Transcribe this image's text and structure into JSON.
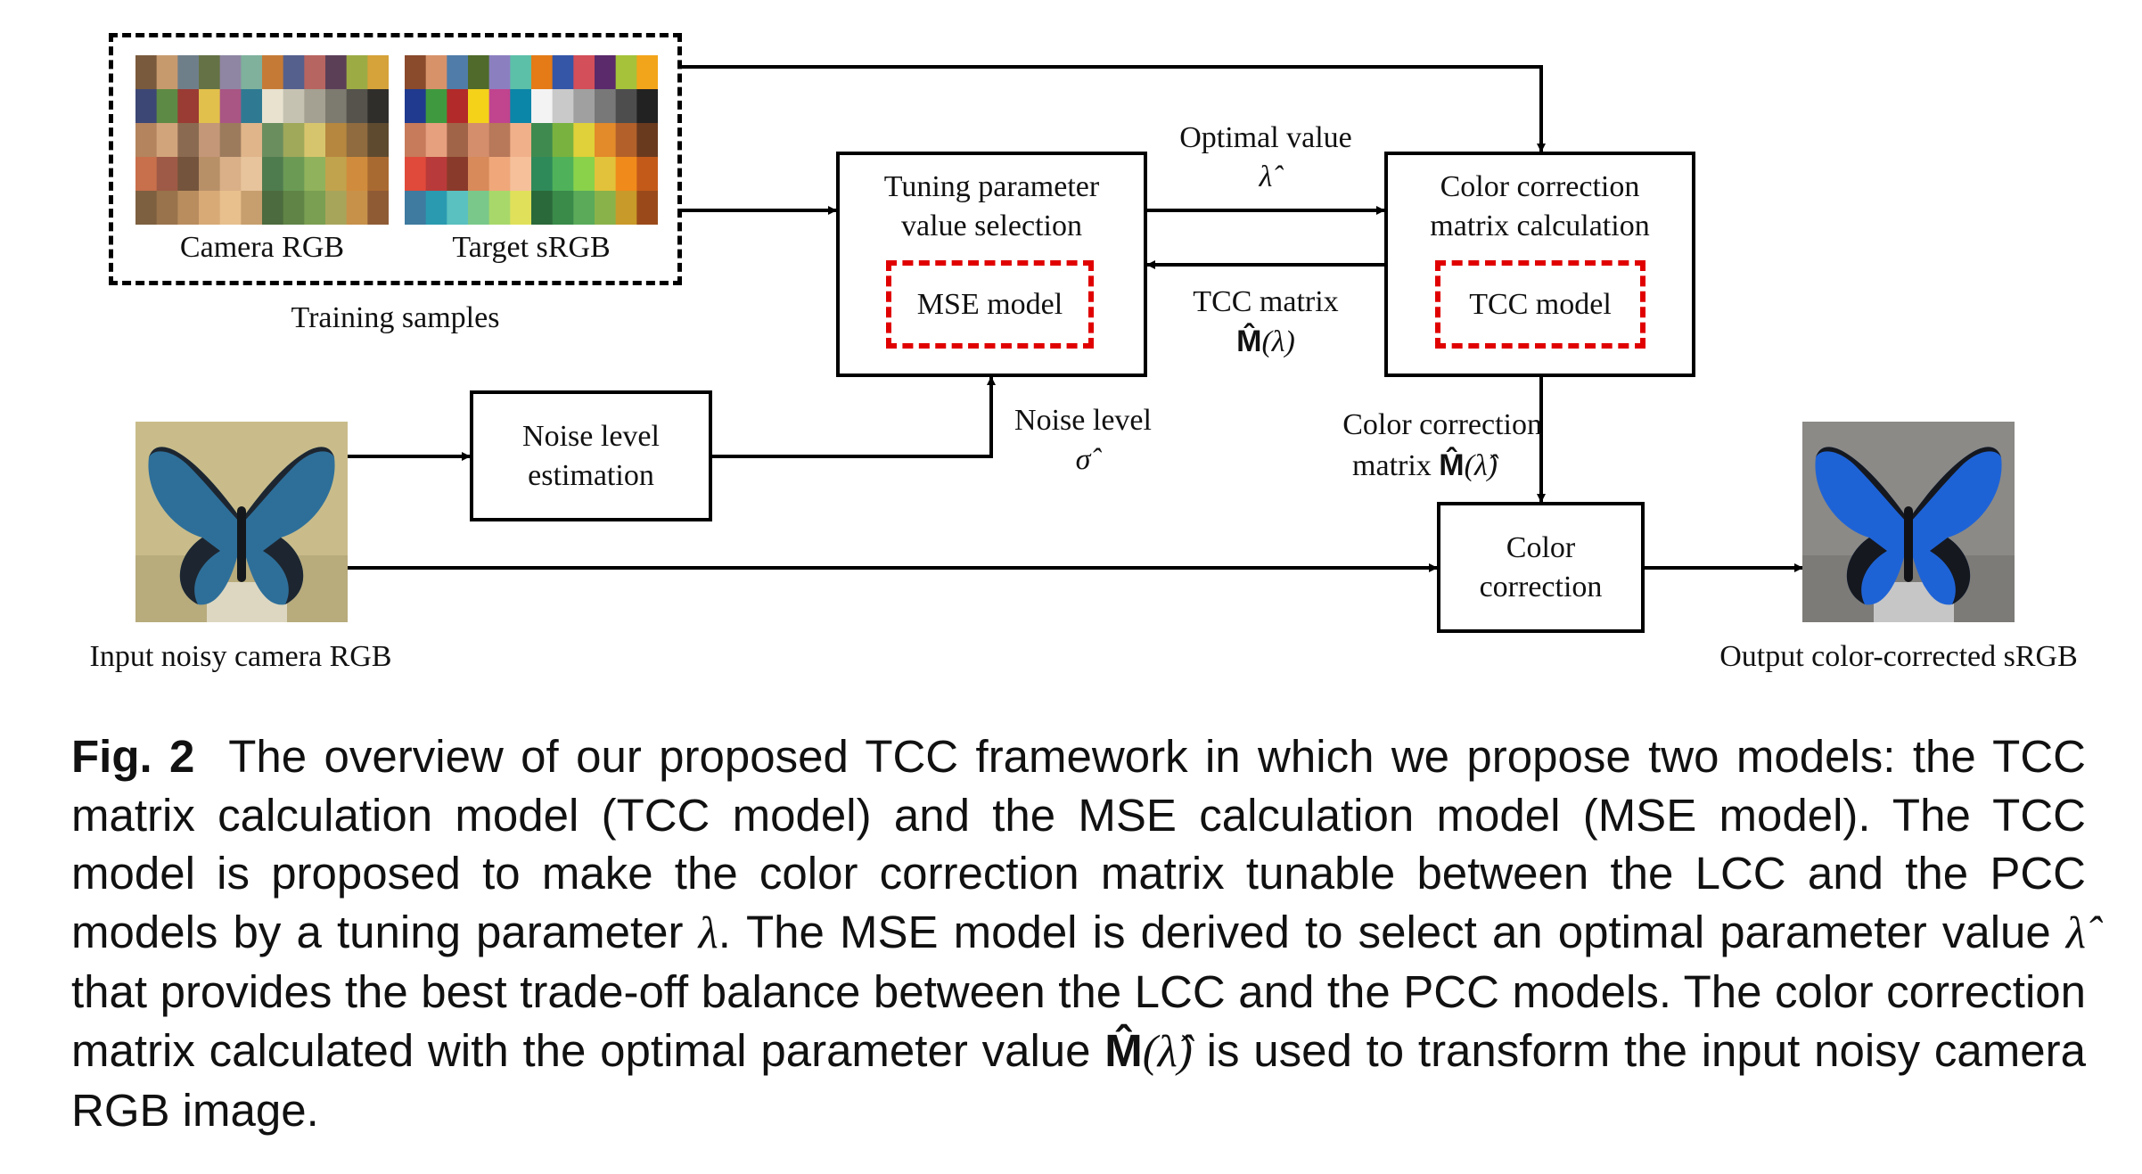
{
  "diagram": {
    "training": {
      "camera_label": "Camera RGB",
      "target_label": "Target sRGB",
      "caption": "Training samples"
    },
    "tuning_box": {
      "line1": "Tuning parameter",
      "line2": "value selection",
      "inner": "MSE model"
    },
    "ccm_box": {
      "line1": "Color correction",
      "line2": "matrix calculation",
      "inner": "TCC model"
    },
    "noise_box": {
      "line1": "Noise level",
      "line2": "estimation"
    },
    "correction_box": {
      "line1": "Color",
      "line2": "correction"
    },
    "edge_labels": {
      "optimal_line1": "Optimal value",
      "optimal_symbol": "λ̂",
      "tcc_line1": "TCC matrix",
      "tcc_symbol_bold": "M̂",
      "tcc_symbol_rest": "(λ)",
      "noise_line1": "Noise level",
      "noise_symbol": "σ̂",
      "ccm_line1": "Color correction",
      "ccm_line2_text": "matrix",
      "ccm_symbol_bold": "M̂",
      "ccm_symbol_rest": "(λ̂)"
    },
    "input_label": "Input noisy camera RGB",
    "output_label": "Output color-corrected sRGB"
  },
  "caption": {
    "fig_no": "Fig. 2",
    "part1": "The overview of our proposed TCC framework in which we propose two models: the TCC matrix calculation model (TCC model) and the MSE calculation model (MSE model). The TCC model is proposed to make the color correction matrix tunable between the LCC and the PCC models by a tuning parameter",
    "lambda": "λ",
    "part2": ". The MSE model is derived to select an optimal parameter value",
    "lambda_hat": "λ̂",
    "part3": "that provides the best trade-off balance between the LCC and the PCC models. The color correction matrix calculated with the optimal parameter value",
    "m_hat": "M̂",
    "m_arg": "(λ̂)",
    "part4": "is used to transform the input noisy camera RGB image."
  },
  "colors": {
    "accent_dash": "#e00000",
    "line": "#000000",
    "butterfly_blue_in": "#2e6f9a",
    "butterfly_blue_out": "#1e63d6"
  }
}
